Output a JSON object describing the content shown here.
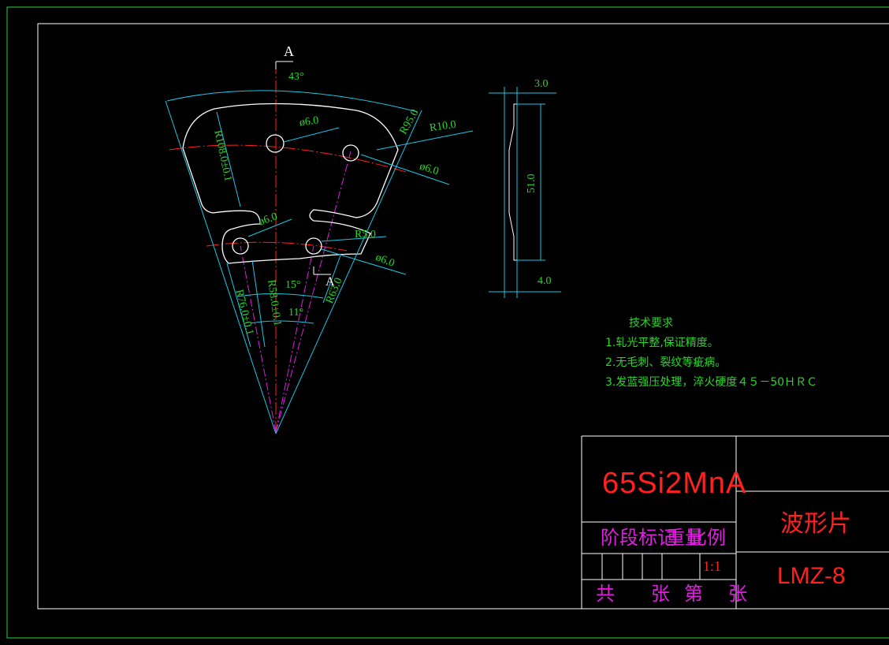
{
  "drawing": {
    "section_label_top": "A",
    "section_label_bottom": "A",
    "dimensions": {
      "angle_outer": "43°",
      "radius_outer": "R108.0±0.1",
      "hole_top": "ø6.0",
      "hole_right": "ø6.0",
      "hole_mid_left": "ø6.0",
      "hole_mid_right": "ø6.0",
      "radius_hole_right": "R95.0",
      "radius_corner": "R10.0",
      "radius_slot": "R5.0",
      "radius_inner_right": "R63.0",
      "radius_inner_mid": "R58.0±0.1",
      "radius_inner_left": "R76.0±0.1",
      "angle_15": "15°",
      "angle_11": "11°",
      "thickness_top": "3.0",
      "height_side": "51.0",
      "thickness_bottom": "4.0"
    }
  },
  "tech_requirements": {
    "title": "技术要求",
    "items": [
      "1.轧光平整,保证精度。",
      "2.无毛刺、裂纹等疵病。",
      "3.发蓝强压处理，淬火硬度４５－50ＨＲＣ"
    ]
  },
  "title_block": {
    "material": "65Si2MnA",
    "part_name": "波形片",
    "drawing_code": "LMZ-8",
    "stage_label": "阶段标记",
    "weight_label": "重量",
    "scale_label": "比例",
    "scale_value": "1:1",
    "sheet_total_label": "共",
    "sheet_unit_1": "张",
    "sheet_no_label": "第",
    "sheet_unit_2": "张"
  },
  "colors": {
    "outline": "#ffffff",
    "dimension": "#2bd62b",
    "centerline": "#ff2020",
    "magenta": "#e01ee0",
    "leader": "#19c8e6",
    "border_outer": "#2bd62b"
  }
}
